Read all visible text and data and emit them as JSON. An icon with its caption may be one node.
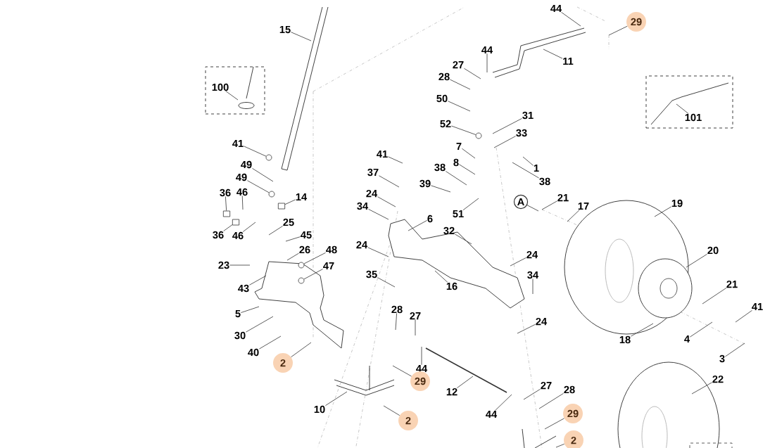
{
  "diagram": {
    "nodes": [
      {
        "text": [],
        "shape": "box"
      },
      {
        "text": [
          "100"
        ],
        "in": 0
      },
      {
        "text": [],
        "shape": "box"
      },
      {
        "text": [
          "101"
        ],
        "in": 2
      },
      {
        "text": [
          "A"
        ]
      },
      {
        "text": [
          "44"
        ]
      },
      {
        "text": [
          "29"
        ]
      },
      {
        "text": [
          "15"
        ]
      },
      {
        "text": [
          "44"
        ]
      },
      {
        "text": [
          "11"
        ]
      },
      {
        "text": [
          "27"
        ]
      },
      {
        "text": [
          "28"
        ]
      },
      {
        "text": [
          "50"
        ]
      },
      {
        "text": [
          "31"
        ]
      },
      {
        "text": [
          "52"
        ]
      },
      {
        "text": [
          "33"
        ]
      },
      {
        "text": [
          "41"
        ]
      },
      {
        "text": [
          "7"
        ]
      },
      {
        "text": [
          "41"
        ]
      },
      {
        "text": [
          "8"
        ]
      },
      {
        "text": [
          "49"
        ]
      },
      {
        "text": [
          "38"
        ]
      },
      {
        "text": [
          "1"
        ]
      },
      {
        "text": [
          "37"
        ]
      },
      {
        "text": [
          "49"
        ]
      },
      {
        "text": [
          "38"
        ]
      },
      {
        "text": [
          "39"
        ]
      },
      {
        "text": [
          "36"
        ]
      },
      {
        "text": [
          "46"
        ]
      },
      {
        "text": [
          "24"
        ]
      },
      {
        "text": [
          "14"
        ]
      },
      {
        "text": [
          "21"
        ]
      },
      {
        "text": [
          "19"
        ]
      },
      {
        "text": [
          "34"
        ]
      },
      {
        "text": [
          "17"
        ]
      },
      {
        "text": [
          "51"
        ]
      },
      {
        "text": [
          "6"
        ]
      },
      {
        "text": [
          "25"
        ]
      },
      {
        "text": [
          "32"
        ]
      },
      {
        "text": [
          "36"
        ]
      },
      {
        "text": [
          "46"
        ]
      },
      {
        "text": [
          "45"
        ]
      },
      {
        "text": [
          "24"
        ]
      },
      {
        "text": [
          "26"
        ]
      },
      {
        "text": [
          "48"
        ]
      },
      {
        "text": [
          "20"
        ]
      },
      {
        "text": [
          "24"
        ]
      },
      {
        "text": [
          "23"
        ]
      },
      {
        "text": [
          "47"
        ]
      },
      {
        "text": [
          "35"
        ]
      },
      {
        "text": [
          "34"
        ]
      },
      {
        "text": [
          "21"
        ]
      },
      {
        "text": [
          "16"
        ]
      },
      {
        "text": [
          "43"
        ]
      },
      {
        "text": [
          "41"
        ]
      },
      {
        "text": [
          "28"
        ]
      },
      {
        "text": [
          "5"
        ]
      },
      {
        "text": [
          "27"
        ]
      },
      {
        "text": [
          "24"
        ]
      },
      {
        "text": [
          "30"
        ]
      },
      {
        "text": [
          "4"
        ]
      },
      {
        "text": [
          "18"
        ]
      },
      {
        "text": [
          "40"
        ]
      },
      {
        "text": [
          "3"
        ]
      },
      {
        "text": [
          "2"
        ]
      },
      {
        "text": [
          "44"
        ]
      },
      {
        "text": [
          "22"
        ]
      },
      {
        "text": [
          "29"
        ]
      },
      {
        "text": [
          "27"
        ]
      },
      {
        "text": [
          "28"
        ]
      },
      {
        "text": [
          "12"
        ]
      },
      {
        "text": [
          "10"
        ]
      },
      {
        "text": [
          "44"
        ]
      },
      {
        "text": [
          "29"
        ]
      },
      {
        "text": [
          "2"
        ]
      },
      {
        "text": [
          "2"
        ]
      },
      {
        "text": [],
        "shape": "circle"
      },
      {
        "text": [],
        "shape": "circle"
      },
      {
        "text": [],
        "shape": "box"
      },
      {
        "text": [],
        "shape": "box"
      },
      {
        "text": [],
        "shape": "circle"
      },
      {
        "text": [],
        "shape": "circle"
      },
      {
        "text": [],
        "shape": "circle"
      },
      {
        "text": [],
        "shape": "box"
      }
    ],
    "edges": [
      {
        "from": 1,
        "to": null,
        "arrow": "none"
      },
      {
        "from": 3,
        "to": null,
        "arrow": "none"
      },
      {
        "from": 4,
        "to": null,
        "arrow": "none"
      },
      {
        "from": 5,
        "to": null,
        "arrow": "none"
      },
      {
        "from": 6,
        "to": null,
        "arrow": "none"
      },
      {
        "from": 7,
        "to": null,
        "arrow": "none"
      },
      {
        "from": 8,
        "to": null,
        "arrow": "none"
      },
      {
        "from": 9,
        "to": null,
        "arrow": "none"
      },
      {
        "from": 10,
        "to": null,
        "arrow": "none"
      },
      {
        "from": 11,
        "to": null,
        "arrow": "none"
      },
      {
        "from": 12,
        "to": null,
        "arrow": "none"
      },
      {
        "from": 13,
        "to": null,
        "arrow": "none"
      },
      {
        "from": 14,
        "to": 76,
        "arrow": "none"
      },
      {
        "from": 15,
        "to": null,
        "arrow": "none"
      },
      {
        "from": 16,
        "to": 77,
        "arrow": "none"
      },
      {
        "from": 17,
        "to": null,
        "arrow": "none"
      },
      {
        "from": 18,
        "to": null,
        "arrow": "none"
      },
      {
        "from": 19,
        "to": null,
        "arrow": "none"
      },
      {
        "from": 20,
        "to": null,
        "arrow": "none"
      },
      {
        "from": 21,
        "to": null,
        "arrow": "none"
      },
      {
        "from": 22,
        "to": null,
        "arrow": "none"
      },
      {
        "from": 23,
        "to": null,
        "arrow": "none"
      },
      {
        "from": 24,
        "to": 82,
        "arrow": "none"
      },
      {
        "from": 25,
        "to": null,
        "arrow": "none"
      },
      {
        "from": 26,
        "to": null,
        "arrow": "none"
      },
      {
        "from": 27,
        "to": 83,
        "arrow": "none"
      },
      {
        "from": 28,
        "to": null,
        "arrow": "none"
      },
      {
        "from": 29,
        "to": null,
        "arrow": "none"
      },
      {
        "from": 30,
        "to": 78,
        "arrow": "none"
      },
      {
        "from": 31,
        "to": null,
        "arrow": "none"
      },
      {
        "from": 32,
        "to": null,
        "arrow": "none"
      },
      {
        "from": 33,
        "to": null,
        "arrow": "none"
      },
      {
        "from": 34,
        "to": null,
        "arrow": "none"
      },
      {
        "from": 35,
        "to": null,
        "arrow": "none"
      },
      {
        "from": 36,
        "to": null,
        "arrow": "none"
      },
      {
        "from": 37,
        "to": null,
        "arrow": "none"
      },
      {
        "from": 38,
        "to": null,
        "arrow": "none"
      },
      {
        "from": 39,
        "to": 79,
        "arrow": "none"
      },
      {
        "from": 40,
        "to": null,
        "arrow": "none"
      },
      {
        "from": 41,
        "to": null,
        "arrow": "none"
      },
      {
        "from": 42,
        "to": null,
        "arrow": "none"
      },
      {
        "from": 43,
        "to": null,
        "arrow": "none"
      },
      {
        "from": 44,
        "to": 80,
        "arrow": "none"
      },
      {
        "from": 45,
        "to": null,
        "arrow": "none"
      },
      {
        "from": 46,
        "to": null,
        "arrow": "none"
      },
      {
        "from": 47,
        "to": null,
        "arrow": "none"
      },
      {
        "from": 48,
        "to": 81,
        "arrow": "none"
      },
      {
        "from": 49,
        "to": null,
        "arrow": "none"
      },
      {
        "from": 50,
        "to": null,
        "arrow": "none"
      },
      {
        "from": 51,
        "to": null,
        "arrow": "none"
      },
      {
        "from": 52,
        "to": null,
        "arrow": "none"
      },
      {
        "from": 53,
        "to": null,
        "arrow": "none"
      },
      {
        "from": 54,
        "to": null,
        "arrow": "none"
      },
      {
        "from": 55,
        "to": null,
        "arrow": "none"
      },
      {
        "from": 56,
        "to": null,
        "arrow": "none"
      },
      {
        "from": 57,
        "to": null,
        "arrow": "none"
      },
      {
        "from": 58,
        "to": null,
        "arrow": "none"
      },
      {
        "from": 59,
        "to": null,
        "arrow": "none"
      },
      {
        "from": 60,
        "to": null,
        "arrow": "none"
      },
      {
        "from": 61,
        "to": null,
        "arrow": "none"
      },
      {
        "from": 62,
        "to": null,
        "arrow": "none"
      },
      {
        "from": 63,
        "to": null,
        "arrow": "none"
      },
      {
        "from": 64,
        "to": null,
        "arrow": "none"
      },
      {
        "from": 65,
        "to": null,
        "arrow": "none"
      },
      {
        "from": 66,
        "to": null,
        "arrow": "none"
      },
      {
        "from": 67,
        "to": null,
        "arrow": "none"
      },
      {
        "from": 68,
        "to": null,
        "arrow": "none"
      },
      {
        "from": 69,
        "to": null,
        "arrow": "none"
      },
      {
        "from": 70,
        "to": null,
        "arrow": "none"
      },
      {
        "from": 71,
        "to": null,
        "arrow": "none"
      },
      {
        "from": 72,
        "to": null,
        "arrow": "none"
      },
      {
        "from": 73,
        "to": null,
        "arrow": "none"
      },
      {
        "from": 74,
        "to": null,
        "arrow": "none"
      },
      {
        "from": 75,
        "to": null,
        "arrow": "none"
      }
    ]
  }
}
